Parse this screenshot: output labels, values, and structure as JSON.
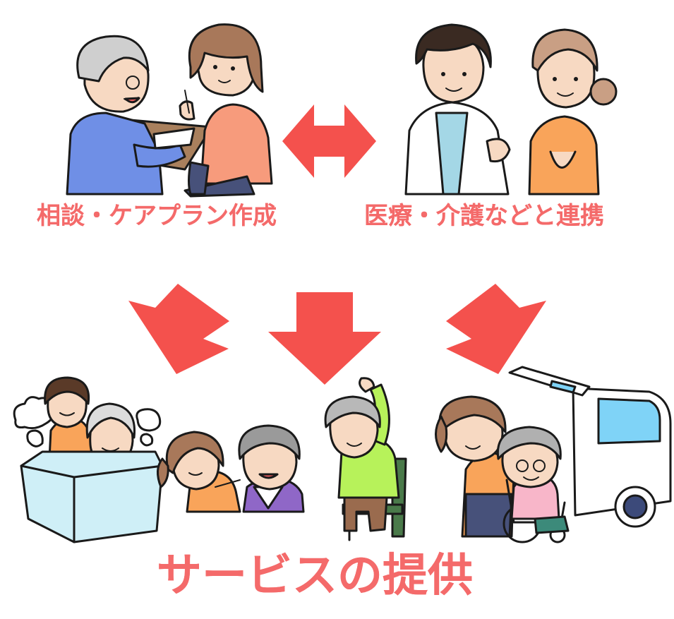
{
  "labels": {
    "consultation": "相談・ケアプラン作成",
    "cooperation": "医療・介護などと連携",
    "service": "サービスの提供"
  },
  "colors": {
    "arrow": "#f4514d",
    "label_text": "#f46a6a",
    "label_outline": "#ffffff",
    "bath": "#cfeff7",
    "van_window": "#7fd3f7"
  },
  "icons": {
    "consultation_scene": "consultation-scene-icon",
    "cooperation_scene": "doctor-caregiver-icon",
    "bath_scene": "bathing-assistance-icon",
    "meal_scene": "meal-assistance-icon",
    "exercise_scene": "exercise-icon",
    "transport_scene": "wheelchair-transport-icon"
  }
}
